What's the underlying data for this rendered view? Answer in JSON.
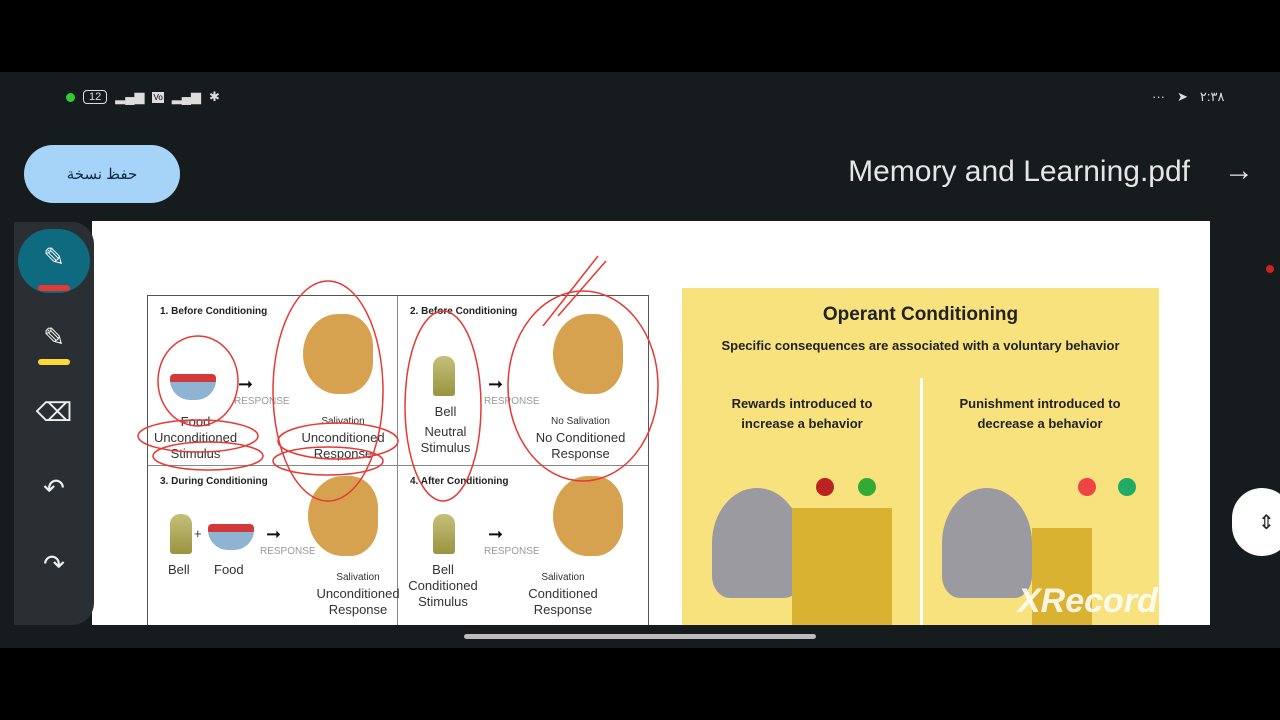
{
  "status_bar": {
    "battery": "12",
    "time": "٢:٣٨",
    "overflow": "···"
  },
  "header": {
    "save_copy_label": "حفظ نسخة",
    "document_title": "Memory and Learning.pdf"
  },
  "toolbar": {
    "items": [
      "pen",
      "highlighter",
      "eraser",
      "undo",
      "redo"
    ],
    "pen_color": "#e53935",
    "highlighter_color": "#fdd835"
  },
  "classical": {
    "panels": [
      {
        "title": "1. Before Conditioning",
        "left": [
          "Food",
          "Unconditioned",
          "Stimulus"
        ],
        "response": "RESPONSE",
        "right_small": "Salivation",
        "right": [
          "Unconditioned",
          "Response"
        ]
      },
      {
        "title": "2. Before Conditioning",
        "left": [
          "Bell",
          "Neutral",
          "Stimulus"
        ],
        "response": "RESPONSE",
        "right_small": "No Salivation",
        "right": [
          "No Conditioned",
          "Response"
        ]
      },
      {
        "title": "3. During Conditioning",
        "left": [
          "Bell",
          "Food"
        ],
        "plus": "+",
        "response": "RESPONSE",
        "right_small": "Salivation",
        "right": [
          "Unconditioned",
          "Response"
        ]
      },
      {
        "title": "4. After Conditioning",
        "left": [
          "Bell",
          "Conditioned",
          "Stimulus"
        ],
        "response": "RESPONSE",
        "right_small": "Salivation",
        "right": [
          "Conditioned",
          "Response"
        ]
      }
    ]
  },
  "operant": {
    "title": "Operant Conditioning",
    "subtitle": "Specific consequences are associated with a voluntary behavior",
    "left": "Rewards introduced to increase a behavior",
    "right": "Punishment introduced to decrease a behavior"
  },
  "watermark": "XRecorder",
  "annotation_color": "#e53935"
}
